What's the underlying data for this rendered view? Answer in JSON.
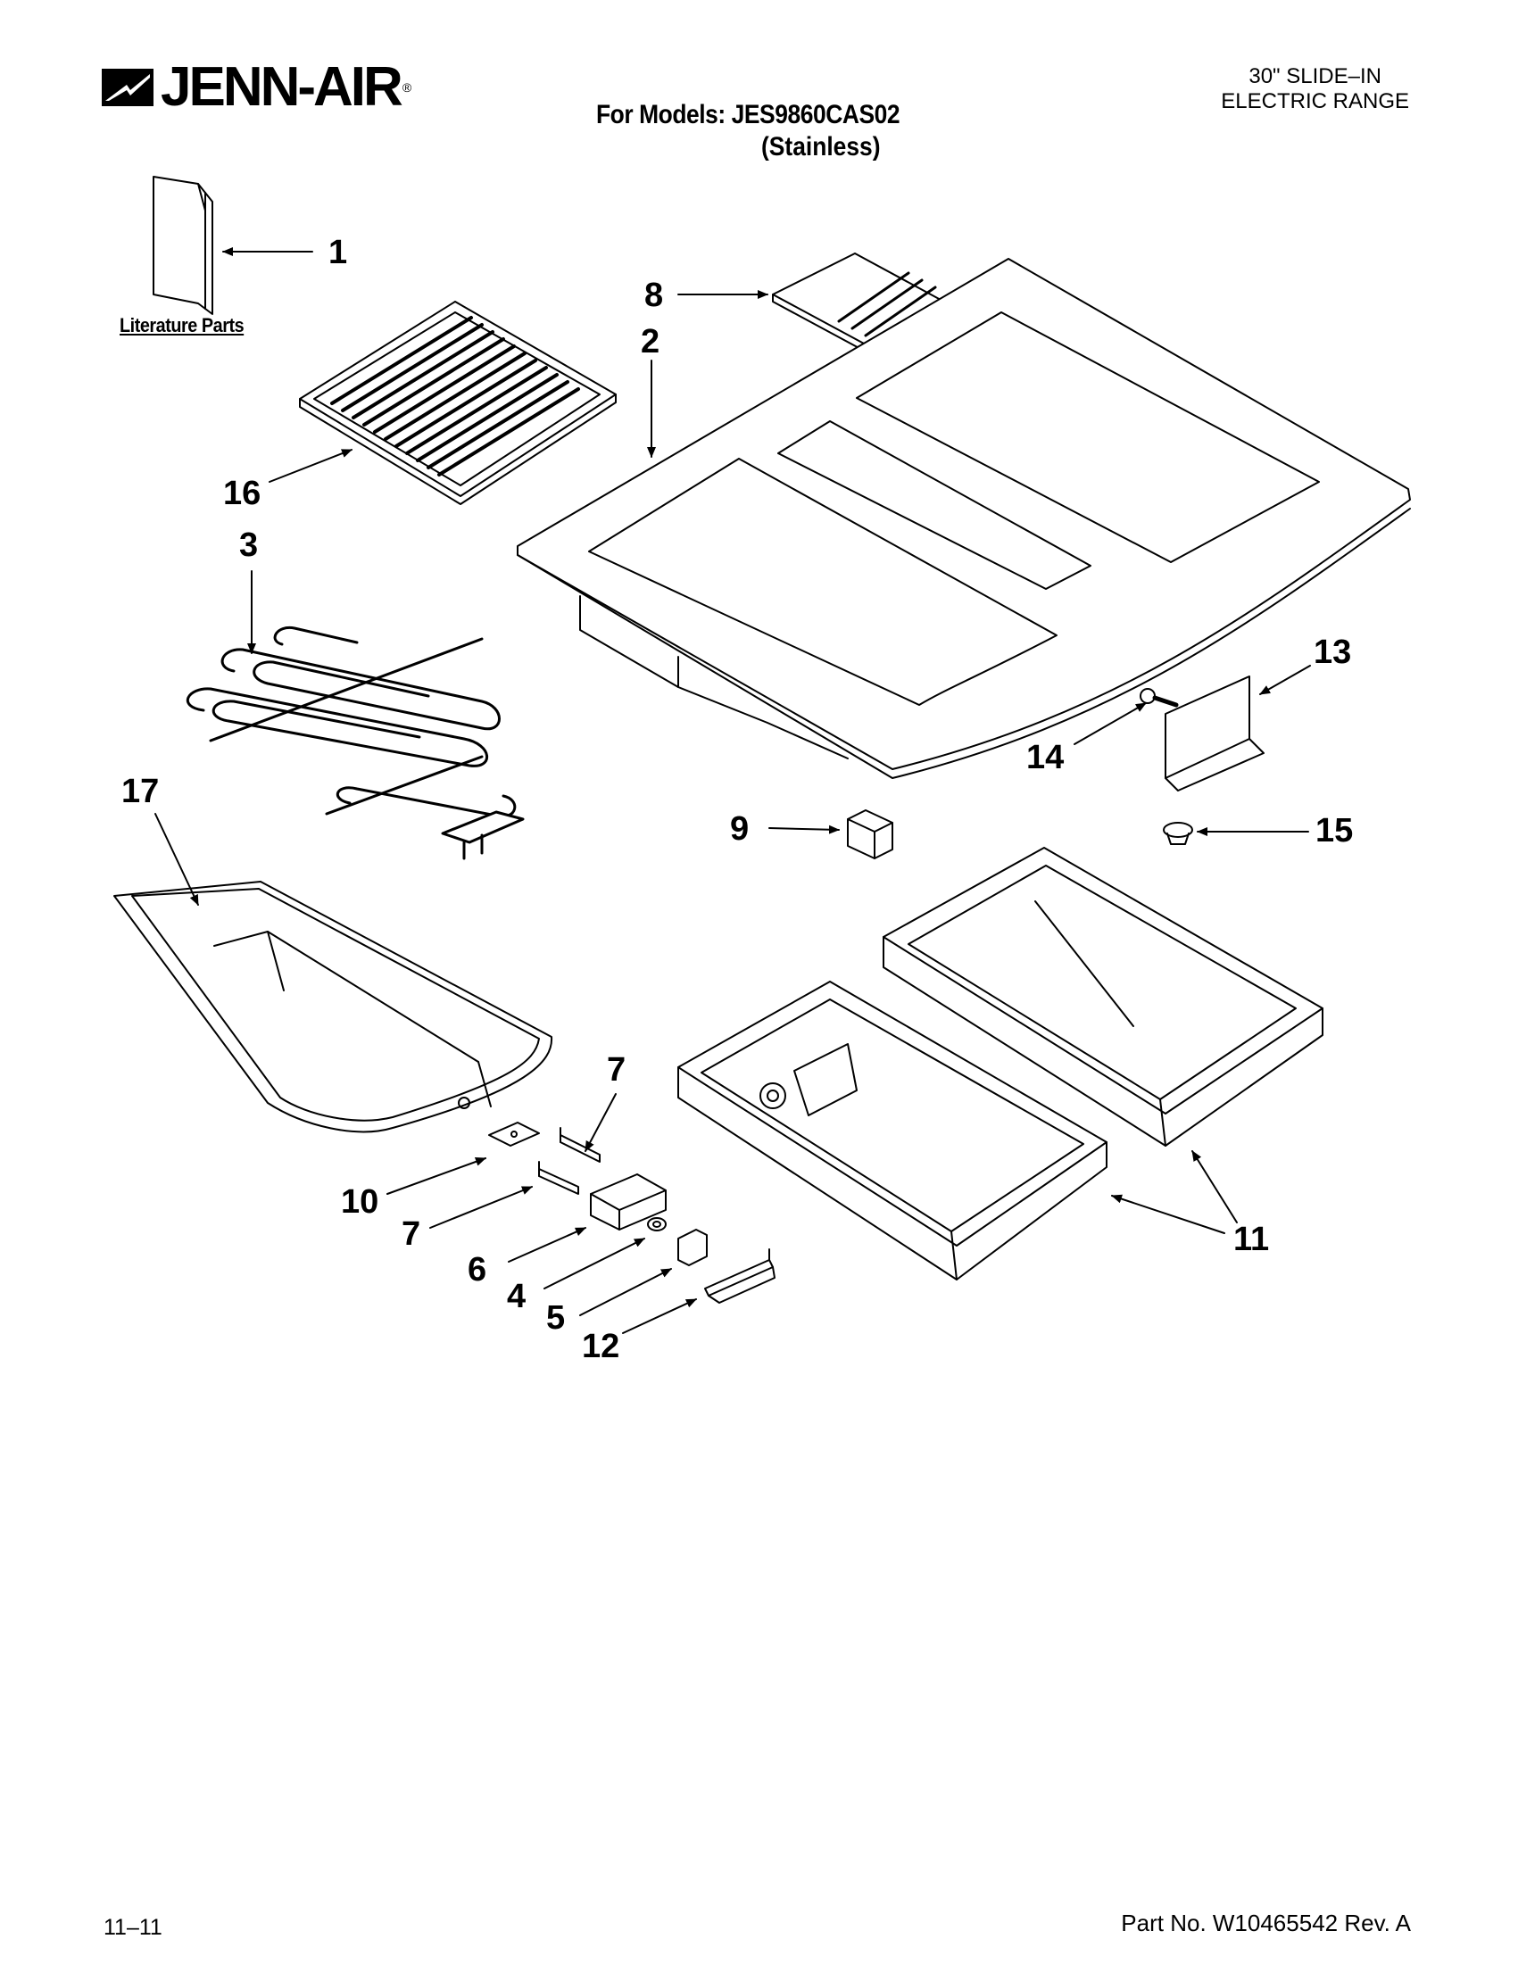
{
  "brand": {
    "name": "JENN-AIR",
    "registered": "®"
  },
  "product": {
    "line1": "30\" SLIDE–IN",
    "line2": "ELECTRIC RANGE"
  },
  "models": {
    "label": "For Models: JES9860CAS02",
    "finish": "(Stainless)"
  },
  "literature_label": "Literature Parts",
  "callouts": [
    "1",
    "8",
    "2",
    "16",
    "3",
    "13",
    "14",
    "9",
    "15",
    "17",
    "7",
    "10",
    "7",
    "6",
    "4",
    "5",
    "12",
    "11"
  ],
  "footer": {
    "date": "11–11",
    "part_no": "Part No. W10465542 Rev. A"
  }
}
